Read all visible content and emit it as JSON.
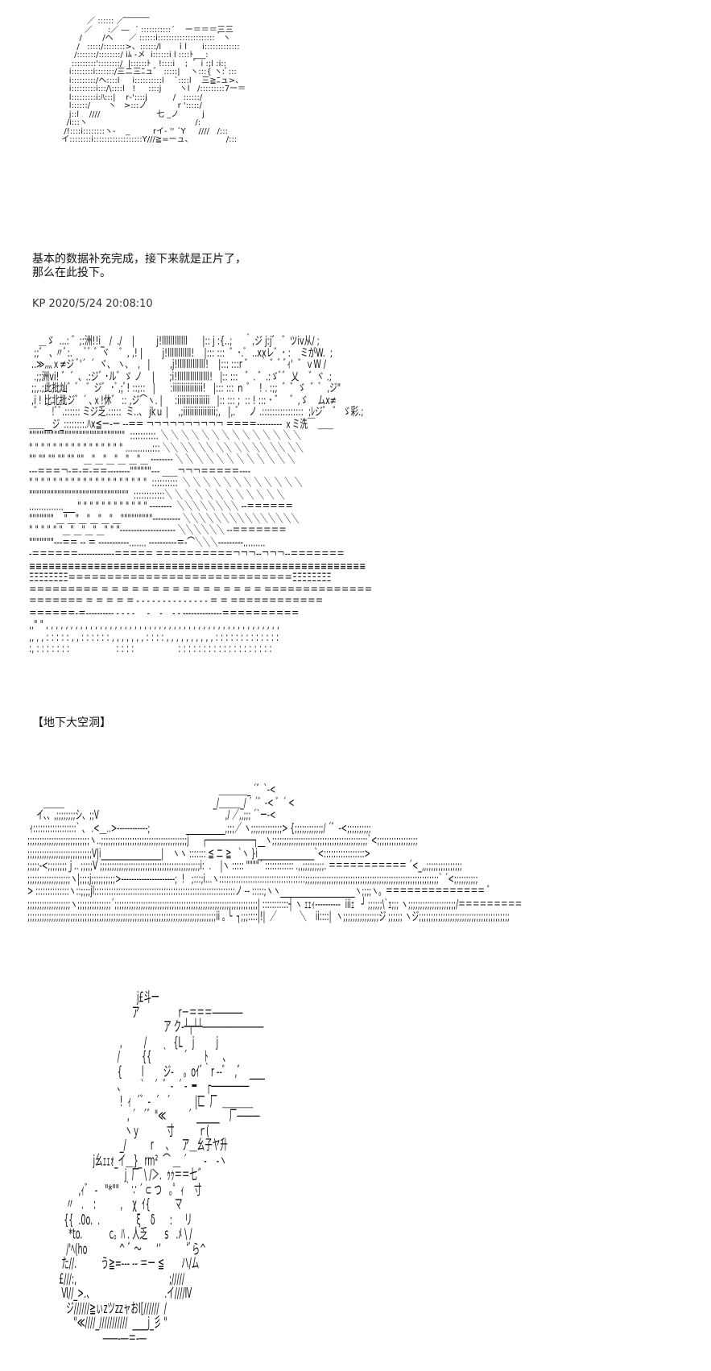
{
  "art_top": "                 ／ :::::: ／ ̄ ̄ ̄ ̄ ̄ ̄ ̄ ̄ ̄ ̄\n                ／      :／ ―  ´ :::::::::::´    ー＝＝＝三三\n              /        /ヘ      ／ ::::::i:::::::::::::::::::::｀ヽ\n             /   :::::/::::::::>、::::::/l      ｉl      i:::::::::::::\n            /:::::::/::::::::/ iﾑ ‐メ  i::::::i l ::::ﾄ___:\n           :::::::::'::::::::/  |::::::ﾄ   !::::i    ;  ゛i :;l :i::\n          i::::::::i:::::::/三ニ三ﾆュ゛ :::::|    ヽ:::{ ヽ:ﾞ:::\n          i:::::::::/ヘ::::l     i::::::::::l    `::::l    三≧ﾆュ>、\n          i:::::::::i:::/\\::::l   !     ::::j       ヽl   /:::::::::7ー＝\n          l:::::::::i:ﾊ:::|    r‐'::::j          /   ::::::/\n          l::::::/       ヽ   >:::ノ            r ':::::/\n          j::l    ////                      七 _ノ         j\n         /i:::ヽ                                          /:\n        /!::::i::::::::ヽ‐    _         rイ‐ '' ´Y     ////   /:::\n       イ::::::::i::::::::::::::::::Y///≧=ーュ、             /:::",
  "caption": "基本的数据补充完成，接下来就是正片了，\n那么在此投下。",
  "post_meta": "KP 2020/5/24 20:08:10",
  "art_scene": "    ＿ゞ  ...: ゛;:洲!!i_  /  ./    |         j!llllllllllll      |:: j :{..;     ｀,ジ j:j゛ ゛ツiv从/ ;\n  ;;゛ ､ 〃ﾞ:.     ﾞﾞ ゛ヾ    ゛, ,! |        j!lllllllllll!    |::: :::  ゛･.ﾞ  ..xxレ゛･ :    ミがW.  ;\n ..≫灬ｘ≠ジ ﾞ'´  ´  ヾ、 ヽ、  ,   |        ,j!lllllllllllll!    |::: :::r ゛   ｀ ゛ﾞ ﾞｨ'  ゛ｖW /\n  .;;洲vi! ゛´  、.:ジﾞ ･ル゛ゞ ノ    |      ;i!lllllllllllllll!   |:: :::   ゛. ゛.:ゞﾞﾞ  乂    ゛ヾ .;\n ;;,.;此批灿゛ﾞ   ゛ジﾞ  ･ﾞ,;ﾞ! ::;::   |      :iiiiiiiiiiiiii!   |::: ::: ｎ ゛  ! . :;;  ゛゛ゞ  ゛ﾞ  ,ジ\"\n ,i ! 比北批ジ゛´ ､ｘ!休゛ :: ,ジ⌒ヽ. |     :iiiiiiiiiiiiiii   |:: ::: ;  :: ! ::: ･ ゛   ゛,ゞ    ムx≠\n  ゛ ｀!ﾞﾞ.:::::: ミジ乏.:::::  ミ..、 jkｕ |    ,;iiiiiiiiiiiiiii;,   |,.ﾞ    ノ .::::::::::::::::  ;ﾚジ゛ ゛ ゞ彩.;\n＿＿__ジ_::::::::.ﾊx≦ー‐ー ‐‐＝＝ ￢￢￢￢￢￢￢￢￢￢ ＝＝＝＝‐‐‐‐‐‐‐‐‐ ｘミ洗￣ ＿＿\n\"\"\"\"\"\"\"\"\"\"\"\"\"\"\"\"\"\"\"\"\"\"\"\"\"\"\"  ::::::::::. ＼ ＼ ＼ ＼ ＼ ＼ ＼ ＼ ＼ ＼ ＼ ＼ ＼ ＼\n\" \" \" \" \" \" \" \" \" \" \" \" \" \" \" \" ...........::: ＼＼ ＼＼ ＼＼ ＼＼ ＼＼ ＼＼ ＼＼ ＼＼\n\"\" \"\" \"\" \"\" \"\" \"\"＿\"＿\"＿\"＿\"＿\"＿ ‐‐‐‐‐‐‐‐ ＼ ＼ ＼ ＼ ＼ ＼ ＼ ＼ ＼ ＼ ＼ ＼\n‐‐‐＝＝＝￢‐＝‐＝‐＝＝‐‐‐‐‐‐‐‐\"\"\"\"\"\"‐‐‐ ＿＿￢￢￢＝＝＝＝＝‐‐‐‐\n\" \" \" \" \" \" \" \" \" \" \" \" \" \" \" \" \" \" \" \"  ::::::::::  ＼ ＼ ＼ ＼ ＼ ＼ ＼ ＼ ＼ ＼ ＼ ＼\n\"\"\"\"\"\"\"\"\"\"\"\"\"\"\"\"\"\"\"\"\"\"\"\"\"\"\"\"  ::::::::::::＼ ＼ ＼ ＼ ＼ ＼ ＼ ＼ ＼ ＼ ＼ ＼\n..............___ \" \" \" \" \" \" \" \" \" \" \" \" ‐‐‐‐‐‐‐‐  ＼＼＼＼＼＼＼＼ ‐‐＝＝＝＝＝＝\n\"\"\"\"\"\"\" ＿\"＿\"＿\"＿\"＿\"＿\"\"\"\"\"\"\"\"\"‐‐‐‐‐‐‐‐‐‐ ＼＼＼＼＼＼＼＼＼＼＼＼＼＼＼\n\" \" \" \" \" \"＿\"＿\"＿\"＿\" \" \"‐‐‐‐‐‐‐‐‐‐‐‐‐‐‐‐‐‐‐‐ ＼＼＼＼＼＼ ‐‐＝＝＝＝＝＝＝\n\"\"\"\"\"\"\"‐‐‐＝＝ ‐‐ ＝ ‐‐‐‐‐‐‐‐‐‐‐....... ‐‐‐‐‐‐‐‐‐‐＝‐⌒＼＼＼‐‐‐‐‐‐‐‐‐.........\n‐＝＝＝＝＝＝‐‐‐‐‐‐‐‐‐‐‐‐‐＝＝＝＝＝ ＝＝＝＝＝＝＝＝＝＝￢￢￢‐‐￢￢￢‐‐＝＝＝＝＝＝＝\n≡≡≡≡≡≡≡≡≡≡≡≡≡≡≡≡≡≡≡≡≡≡≡≡≡≡≡≡≡≡≡≡≡≡≡≡≡≡≡≡≡≡≡≡≡≡≡≡≡≡≡≡\nΞΞΞΞΞΞΞΞ＝＝＝＝＝＝＝＝＝＝＝＝＝＝＝＝＝＝＝＝＝＝＝＝＝＝＝＝＝ΞΞΞΞΞΞΞΞ\n＝＝＝＝＝＝＝＝＝ ＝ ＝ ＝ ＝ ＝ ＝ ＝ ＝ ＝ ＝ ＝ ＝ ＝ ＝ ＝ ＝ ＝＝＝＝＝＝＝＝＝＝＝＝＝＝\n＝＝＝＝＝＝＝ ＝ ＝ ＝ ＝ ＝ ‐ ‐ ‐ ‐ ‐ ‐ ‐ ‐ ‐ ‐ ‐ ‐ ‐ ‐ ＝ ＝ ＝＝＝＝＝＝＝＝＝＝＝＝\n＝＝＝＝＝＝‐＝‐‐‐‐‐‐‐‐‐‐ ‐ ‐ ‐ ‐     ‐    ‐    ‐ ‐ ‐‐‐‐‐‐‐‐‐‐‐‐‐‐＝＝＝＝＝＝＝＝＝＝\n,,\" \" , , , , , , , , , , , , , , , , , , , , , , , , , , , , , , , , , , , , , , , , , , , , , , , ,\n,, , , : : : : : , , : : : : : : , , , , , , , : : : : , , , , , , , , , , : : : : : : : : : : : : :\n:, : : : : : : :                   : : : :                  : : : : : : : : : : : : : : : : : : :",
  "section_label": "【地下大空洞】",
  "art_cave": "                                                                                     ＿＿＿＿_ ´゛`‐<\n       ＿＿＿                                                                  _/＿＿＿_/ ´ ´゛‐< ゛´ <\n    イ、、,;;;;;;;;シ、;;V                                                        ,/ ／,,;;; ´`ー‐<\n ｨ::::::::::::::::::` 、 .<＿..>‐‐‐‐‐‐‐‐‐‐‐‐;                ___________,;;;／ ヽ;;;;;;;;;;;;;> {;;;;;;;;;;;;/ ´゛‐<;;;;;;;;;;\n;;;;;;;;;;;;;;;;;;;;;;;;;;ヽ..;;;;;;;;;;;;;;;;;;;;;;;;;;;;;;;;;;;;j      ┌───────────┐__ヽ;;;;;;;;;;;;;;;;;;;;;;;;;;;;;;;;;;;;;;;;`<;;;;;;;;;;;;;;;;;\n;;;;;;;;;;;;;;;;;;;;;;;;;;;V|i_________________|    ヽヽ ::::::: ≦ ニ ≧   `ヽ }i________________`<:::::::::::::::::>\n;;;;;‐<;;;;;;;;ｊ.. ;;;;;V ;;;;;;;;;;;;;;;;;;;;;;;;;;;;;;;;;;;;;;;;;;i:  .    |ヽ ::::: \"\"\"\"´ :::::::::::: .,,;;;;;;;;;. ＝＝＝＝＝＝＝＝＝＝＝ ´<_,,;;;;;;;;;;;;;;;\n;;;;;;;;;;;;;;;;;;ヽ|;;;;j;;;;;;;;;;>‐‐‐‐‐‐‐‐‐‐‐‐‐‐‐‐‐‐‐‐‐;  !   ;:::;i...ヽ::::::::::::::::::::::::::::::::::::;;;;;;;;;;;;;;;;;;;;;;;;;;;;;;;;;;;;;;;;;;;;;;;;;;;;;;;;` ´<;;;;;;;;;;\n> ::::::::::::::ヽ::;;;;jl:::::::::::::::::::::::::::::::::::::::::::::::::::::::::::ノ ‐‐ :::::;ヽヽ_____________________ヽ;;;;ヽ。＝＝＝＝＝＝＝＝＝＝＝＝＝＝ ゛\n;;;;;;;;;;;;;;;;;;ヽ;;;;;;;;;;;;;;´;;;;;;;;;;;;;;;;;;;;;;;;;;;;;;;;;;;;;;;;;;;;;;;;;;;;;;;;;;;;| :::::::::::┤ ヽ ｪｪｨ‐‐‐‐‐‐‐‐‐‐  iiiｪ   ┘ ;;;;;;\\`ｪ;;; ヽ;;;;;;;;;;;;;;;;;;;;/＝＝＝＝＝＝＝＝＝\n;;;;;;;;;;;;;;;;;;;;;;;;;;;;;;;;;;;;;;;;;;;;;;;;;;;;;;;;;;;;;;;;;;;;;;;;;;;;;;;ii ｡ └  ┐;;;::::|!|  ／          ＼    ii::::|  ヽ;;;;;;;;;;;;;;;ジ ;;;;;; ヽジ;;;;;;;;;;;;;;;;;;;;;;;;;;;;;;;;;;;;;;",
  "art_figure": "                                           j£斗一\n                                         ア                r－＝＝＝――――\n                                                      ア ク‐┴┬┴┴――――――――\n                                    ,         /           {L    j         j\n                                   /         {{    ｀      ´       ﾄ      ､\n                                   {        l        ジ‐    。oｲﾞ｀r ‐‐゛  ,゛  ____\n                                   ､        `    ´  ゛‐  ´ ‐  ━    ┌―――――\n                                    !  ｨ  ´゛‐  ´   ´          |匸  厂  ＿＿＿＿\n                                       , ´   ´゛\"≪         ´  ______    厂―――\n                                      ヽｙ           寸          ｒ(\n                                    _/          r     ､     ア＿幺子ヤ升\n                         j幺ｪｪｫ_イ＿}_ rm²  ⌒ ＿ ´       ‐    ‐ヽ\n                                      j  厂  \\ /＞.  ｩｩ＝＝七˝\n                   ,ｨ゛ ‐   \"*\"\"  ｀∵ ´ ⊂ つ   ｡゜ｨ    寸\n              〃   .    :          ,    χ  ｲ{          マ\n             {{  .0o.  .               ξ    δ      :     リ\n               *to.           c。ﾊ . 人乏       s   .ﾒ \\ /  \n              /'ﾍ(ho             ^ ﾞ ～      ‘’        ‘ﾞら^\n            た//.          う≧=‐‐‐ ‐‐ ＝ー ≦       ハ/ム\n           £///:,                                      ;/////\n            Ⅵ//_>.、                             .イ////Ⅳ\n              ジ//////≧ぃzツzzャおI[//////  /\n                 \"≪////_///////////  ____j_彡 \"\n                             ――‐―＝‐―"
}
